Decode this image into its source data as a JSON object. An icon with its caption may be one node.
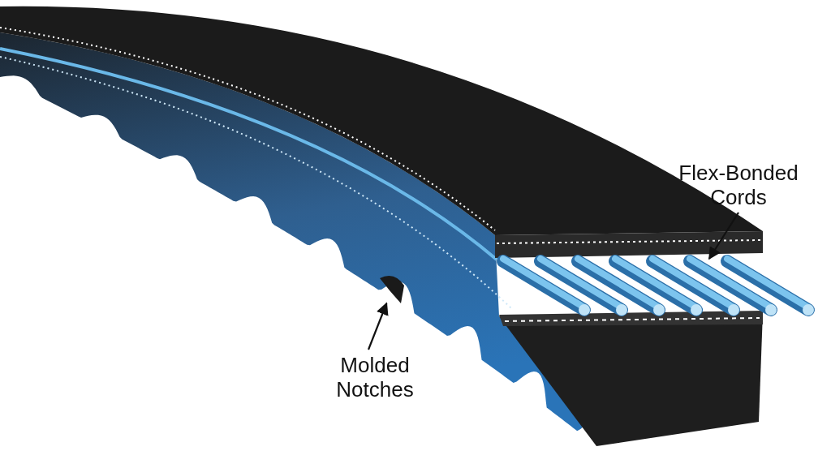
{
  "diagram": {
    "nodes": [
      {
        "text": [
          "Flex-Bonded Cords"
        ]
      },
      {
        "text": [],
        "shape": "picture"
      },
      {
        "text": [
          "Molded Notches"
        ]
      },
      {
        "text": [],
        "shape": "picture"
      }
    ],
    "edges": [
      {
        "from": 0,
        "to": 1,
        "arrow": "to"
      },
      {
        "from": 2,
        "to": 3,
        "arrow": "to"
      }
    ]
  }
}
